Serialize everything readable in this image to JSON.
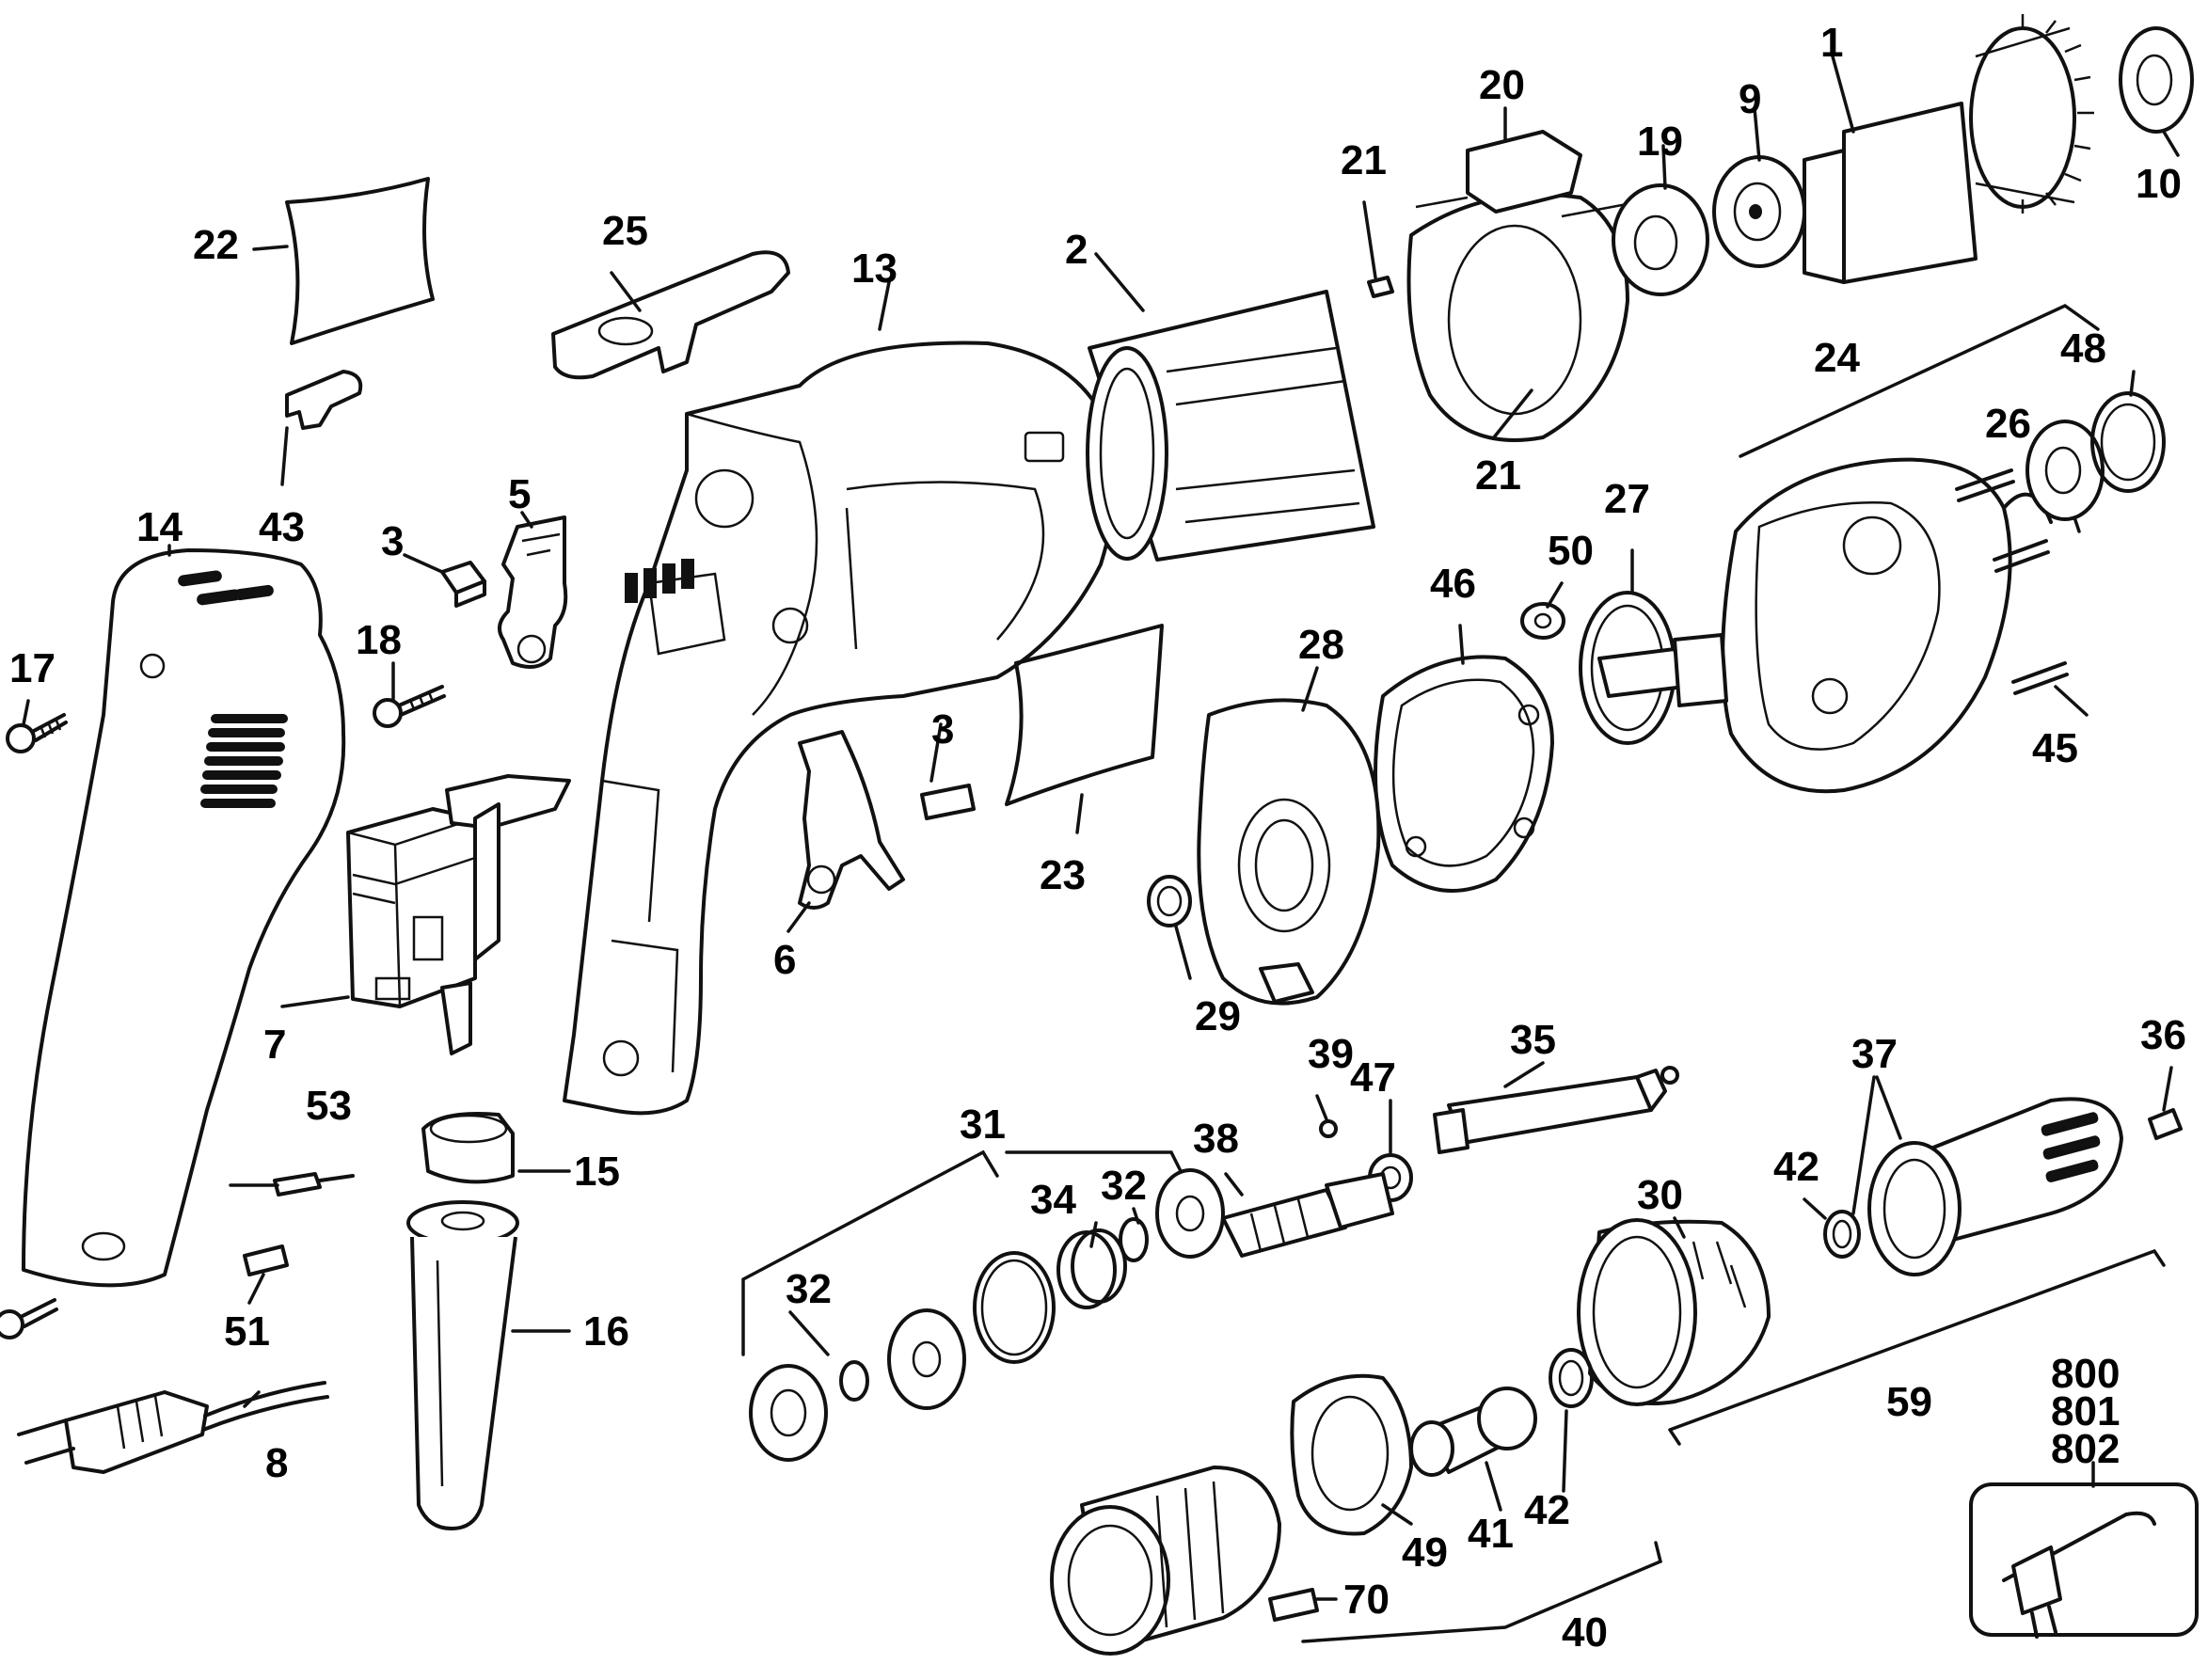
{
  "labels": {
    "p1": "1",
    "p2": "2",
    "p3a": "3",
    "p3b": "3",
    "p5": "5",
    "p6": "6",
    "p7": "7",
    "p8": "8",
    "p9": "9",
    "p10": "10",
    "p13": "13",
    "p14": "14",
    "p15": "15",
    "p16": "16",
    "p17": "17",
    "p18": "18",
    "p19": "19",
    "p20": "20",
    "p21a": "21",
    "p21b": "21",
    "p22": "22",
    "p23": "23",
    "p24": "24",
    "p25": "25",
    "p26": "26",
    "p27": "27",
    "p28": "28",
    "p29": "29",
    "p30": "30",
    "p31": "31",
    "p32a": "32",
    "p32b": "32",
    "p34": "34",
    "p35": "35",
    "p36": "36",
    "p37": "37",
    "p38": "38",
    "p39": "39",
    "p40": "40",
    "p41": "41",
    "p42a": "42",
    "p42b": "42",
    "p43": "43",
    "p45": "45",
    "p46": "46",
    "p47": "47",
    "p48": "48",
    "p49": "49",
    "p50": "50",
    "p51": "51",
    "p53": "53",
    "p59": "59",
    "p70": "70",
    "p800": "800",
    "p801": "801",
    "p802": "802"
  }
}
